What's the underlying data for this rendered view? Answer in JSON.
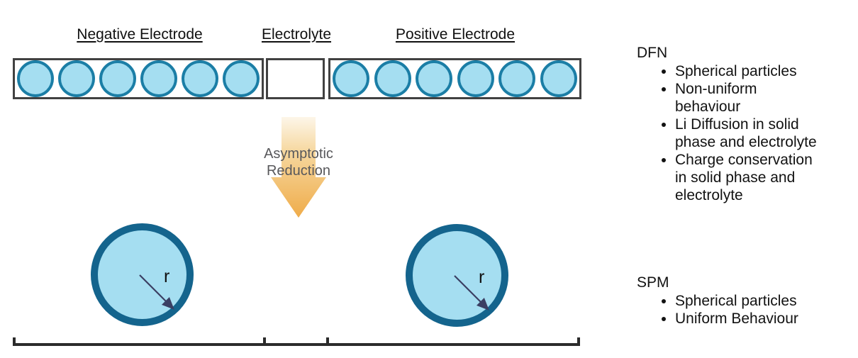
{
  "diagram": {
    "header_labels": {
      "negative_electrode": "Negative Electrode",
      "electrolyte": "Electrolyte",
      "positive_electrode": "Positive Electrode"
    },
    "particles": {
      "negative_count": 6,
      "positive_count": 6
    },
    "transformation_label": "Asymptotic\nReduction",
    "large_particles": {
      "left_radius_label": "r",
      "right_radius_label": "r"
    }
  },
  "dfn": {
    "title": "DFN",
    "bullets": [
      "Spherical particles",
      "Non-uniform\nbehaviour",
      "Li Diffusion in solid\nphase and electrolyte",
      "Charge conservation\nin solid phase and\nelectrolyte"
    ]
  },
  "spm": {
    "title": "SPM",
    "bullets": [
      "Spherical particles",
      "Uniform Behaviour"
    ]
  },
  "colors": {
    "particle_fill": "#a5def1",
    "particle_stroke": "#1b7ea6",
    "large_particle_stroke": "#14648d",
    "box_border": "#414141",
    "arrow_gradient_top": "#fdf6e9",
    "arrow_gradient_bottom": "#efac4a",
    "arrow_label_text": "#58585b",
    "radius_arrow": "#3a3f63",
    "bracket": "#2b2b2b"
  }
}
